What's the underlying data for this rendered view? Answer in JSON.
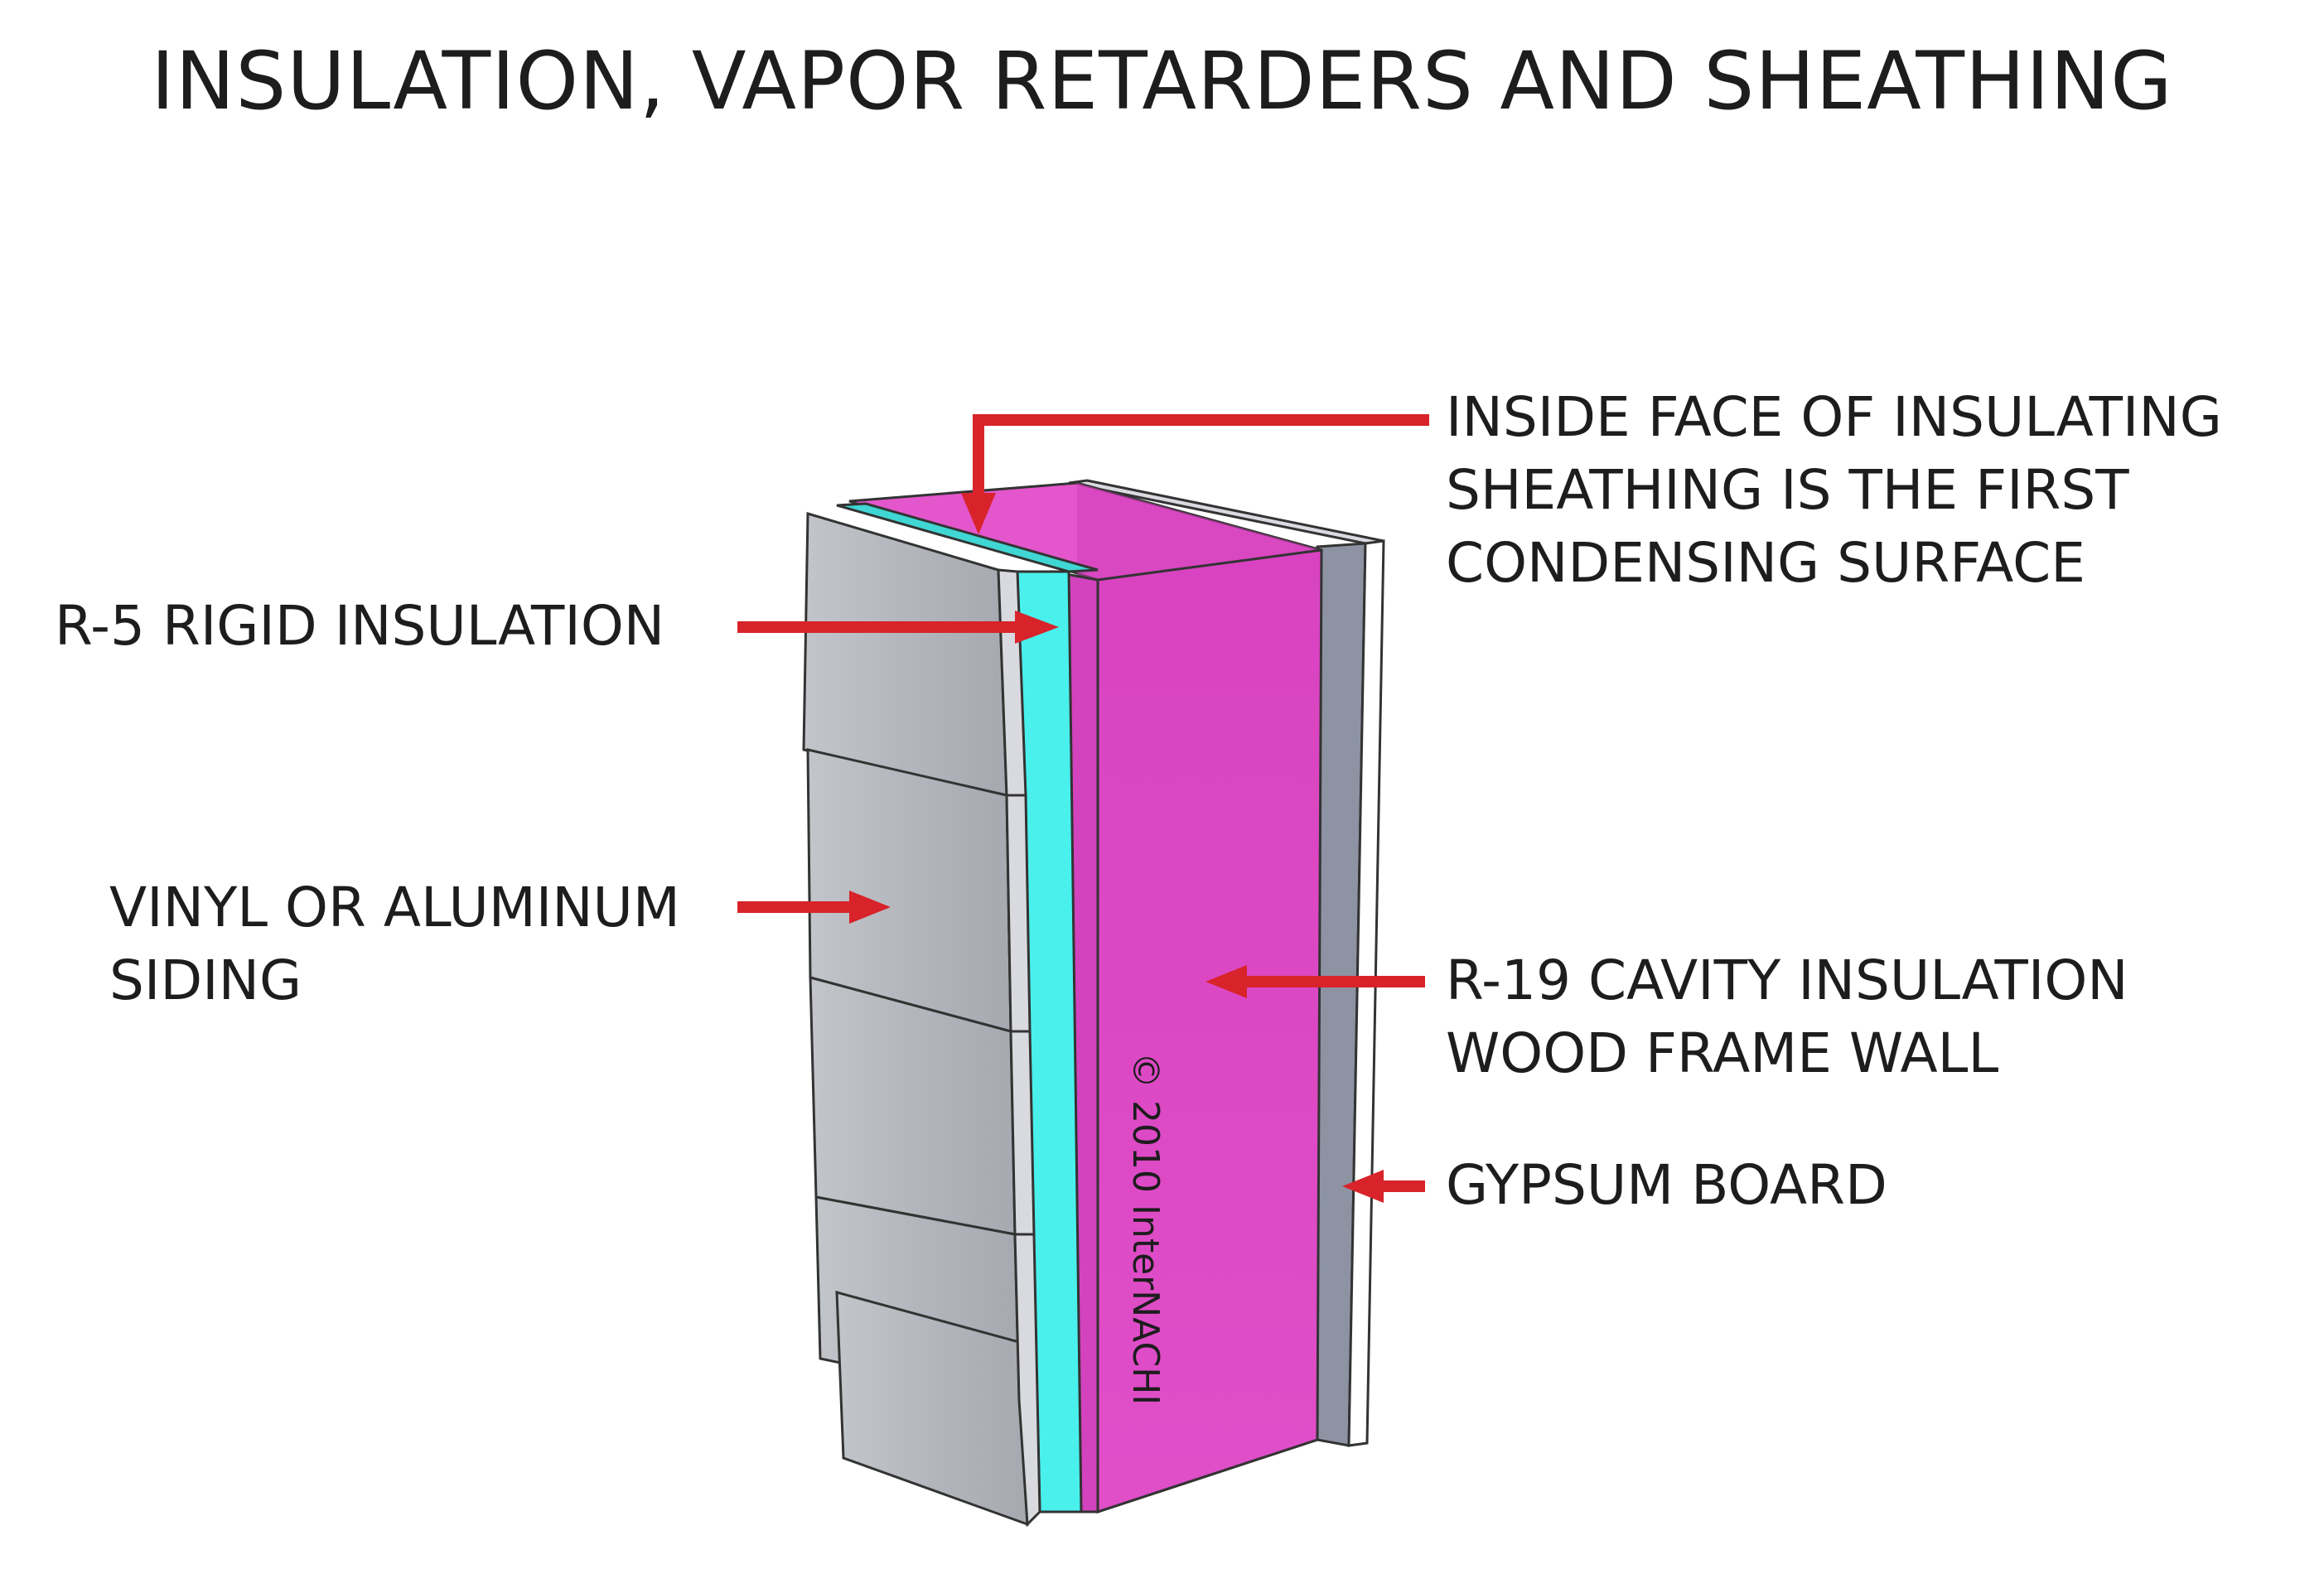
{
  "title": "INSULATION, VAPOR RETARDERS AND SHEATHING",
  "labels": {
    "rigid_insulation": "R-5 RIGID INSULATION",
    "siding": [
      "VINYL OR ALUMINUM",
      "SIDING"
    ],
    "condensing": [
      "INSIDE FACE OF INSULATING",
      "SHEATHING IS THE FIRST",
      "CONDENSING SURFACE"
    ],
    "cavity": [
      "R-19 CAVITY INSULATION",
      "WOOD FRAME WALL"
    ],
    "gypsum": "GYPSUM BOARD"
  },
  "copyright": "© 2010 InterNACHI",
  "colors": {
    "arrow": "#d8232a",
    "cavity_insulation": "#dd48c4",
    "rigid_insulation": "#49f0ec",
    "siding": "#b9bcc2",
    "gypsum_edge": "#8d93a3",
    "gypsum_face": "#ffffff"
  }
}
